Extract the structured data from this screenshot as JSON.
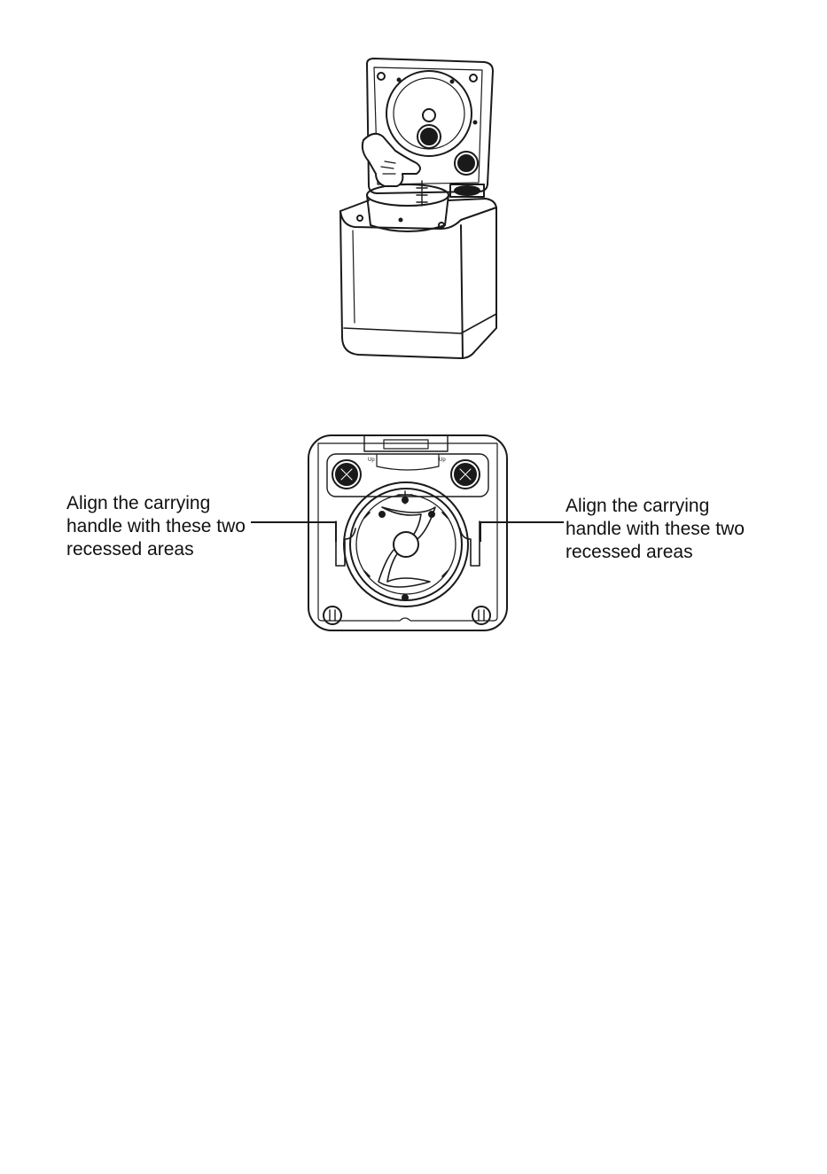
{
  "callouts": {
    "left": {
      "line1": "Align the carrying",
      "line2": "handle with these two",
      "line3": "recessed areas"
    },
    "right": {
      "line1": "Align the carrying",
      "line2": "handle with these two",
      "line3": "recessed areas"
    }
  },
  "top_view": {
    "up_label_left": "Up",
    "up_label_right": "Up"
  },
  "colors": {
    "ink": "#1a1a1a",
    "paper": "#ffffff"
  }
}
